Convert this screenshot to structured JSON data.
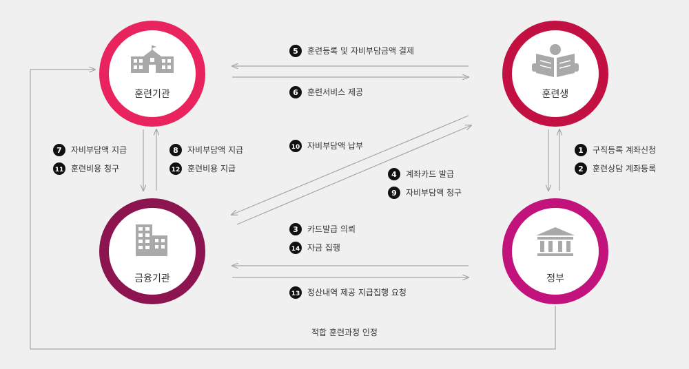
{
  "nodes": {
    "training_institution": {
      "label": "훈련기관",
      "color": "#e8235e",
      "icon": "school-building-icon"
    },
    "trainee": {
      "label": "훈련생",
      "color": "#c21042",
      "icon": "reading-person-icon"
    },
    "financial_institution": {
      "label": "금융기관",
      "color": "#8c1550",
      "icon": "office-building-icon"
    },
    "government": {
      "label": "정부",
      "color": "#c2137d",
      "icon": "government-building-icon"
    }
  },
  "steps": [
    {
      "num": "1",
      "text": "구직등록 계좌신청"
    },
    {
      "num": "2",
      "text": "훈련상담 계좌등록"
    },
    {
      "num": "3",
      "text": "카드발급 의뢰"
    },
    {
      "num": "4",
      "text": "계좌카드 발급"
    },
    {
      "num": "5",
      "text": "훈련등록 및 자비부담금액 결제"
    },
    {
      "num": "6",
      "text": "훈련서비스 제공"
    },
    {
      "num": "7",
      "text": "자비부담액 지급"
    },
    {
      "num": "8",
      "text": "자비부담액 지급"
    },
    {
      "num": "9",
      "text": "자비부담액 청구"
    },
    {
      "num": "10",
      "text": "자비부담액 납부"
    },
    {
      "num": "11",
      "text": "훈련비용 청구"
    },
    {
      "num": "12",
      "text": "훈련비용 지급"
    },
    {
      "num": "13",
      "text": "정산내역 제공 지급집행 요청"
    },
    {
      "num": "14",
      "text": "자금 집행"
    }
  ],
  "bottom_label": "적합 훈련과정 인정",
  "colors": {
    "arrow": "#a6a6a6",
    "badge": "#111111",
    "background": "#f0f0f0"
  }
}
